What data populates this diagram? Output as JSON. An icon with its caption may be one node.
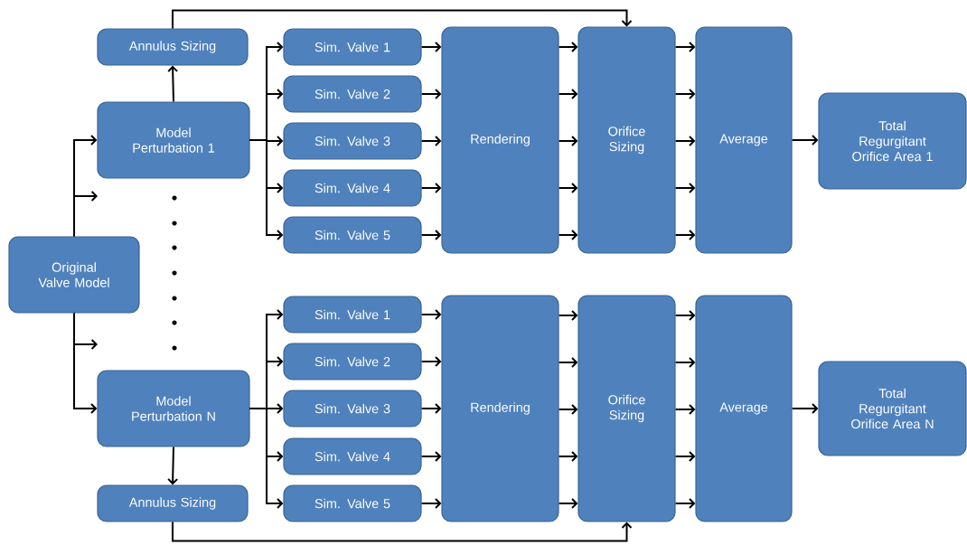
{
  "diagram": {
    "nodes": [
      {
        "text": [
          "Original Valve Model"
        ]
      },
      {
        "text": [
          "Annulus Sizing"
        ]
      },
      {
        "text": [
          "Model Perturbation 1"
        ]
      },
      {
        "text": [
          "Sim. Valve 1"
        ]
      },
      {
        "text": [
          "Sim. Valve 2"
        ]
      },
      {
        "text": [
          "Sim. Valve 3"
        ]
      },
      {
        "text": [
          "Sim. Valve 4"
        ]
      },
      {
        "text": [
          "Sim. Valve 5"
        ]
      },
      {
        "text": [
          "Rendering"
        ]
      },
      {
        "text": [
          "Orifice Sizing"
        ]
      },
      {
        "text": [
          "Average"
        ]
      },
      {
        "text": [
          "Total Regurgitant Orifice Area 1"
        ]
      },
      {
        "text": [
          "Model Perturbation N"
        ]
      },
      {
        "text": [
          "Annulus Sizing"
        ]
      },
      {
        "text": [
          "Sim. Valve 1"
        ]
      },
      {
        "text": [
          "Sim. Valve 2"
        ]
      },
      {
        "text": [
          "Sim. Valve 3"
        ]
      },
      {
        "text": [
          "Sim. Valve 4"
        ]
      },
      {
        "text": [
          "Sim. Valve 5"
        ]
      },
      {
        "text": [
          "Rendering"
        ]
      },
      {
        "text": [
          "Orifice Sizing"
        ]
      },
      {
        "text": [
          "Average"
        ]
      },
      {
        "text": [
          "Total Regurgitant Orifice Area N"
        ]
      }
    ],
    "edges": [
      {
        "from": 0,
        "to": 2,
        "arrow": "to"
      },
      {
        "from": 0,
        "to": null,
        "arrow": "to"
      },
      {
        "from": 0,
        "to": null,
        "arrow": "to"
      },
      {
        "from": 0,
        "to": 12,
        "arrow": "to"
      },
      {
        "from": 2,
        "to": 1,
        "arrow": "to"
      },
      {
        "from": 1,
        "to": 9,
        "arrow": "to"
      },
      {
        "from": 2,
        "to": 3,
        "arrow": "to"
      },
      {
        "from": 2,
        "to": 4,
        "arrow": "to"
      },
      {
        "from": 2,
        "to": 5,
        "arrow": "to"
      },
      {
        "from": 2,
        "to": 6,
        "arrow": "to"
      },
      {
        "from": 2,
        "to": 7,
        "arrow": "to"
      },
      {
        "from": 3,
        "to": 8,
        "arrow": "to"
      },
      {
        "from": 4,
        "to": 8,
        "arrow": "to"
      },
      {
        "from": 5,
        "to": 8,
        "arrow": "to"
      },
      {
        "from": 6,
        "to": 8,
        "arrow": "to"
      },
      {
        "from": 7,
        "to": 8,
        "arrow": "to"
      },
      {
        "from": 8,
        "to": 9,
        "arrow": "to"
      },
      {
        "from": 8,
        "to": 9,
        "arrow": "to"
      },
      {
        "from": 8,
        "to": 9,
        "arrow": "to"
      },
      {
        "from": 8,
        "to": 9,
        "arrow": "to"
      },
      {
        "from": 8,
        "to": 9,
        "arrow": "to"
      },
      {
        "from": 9,
        "to": 10,
        "arrow": "to"
      },
      {
        "from": 9,
        "to": 10,
        "arrow": "to"
      },
      {
        "from": 9,
        "to": 10,
        "arrow": "to"
      },
      {
        "from": 9,
        "to": 10,
        "arrow": "to"
      },
      {
        "from": 9,
        "to": 10,
        "arrow": "to"
      },
      {
        "from": 10,
        "to": 11,
        "arrow": "to"
      },
      {
        "from": 12,
        "to": 13,
        "arrow": "to"
      },
      {
        "from": 13,
        "to": 20,
        "arrow": "to"
      },
      {
        "from": 12,
        "to": 14,
        "arrow": "to"
      },
      {
        "from": 12,
        "to": 15,
        "arrow": "to"
      },
      {
        "from": 12,
        "to": 16,
        "arrow": "to"
      },
      {
        "from": 12,
        "to": 17,
        "arrow": "to"
      },
      {
        "from": 12,
        "to": 18,
        "arrow": "to"
      },
      {
        "from": 14,
        "to": 19,
        "arrow": "to"
      },
      {
        "from": 15,
        "to": 19,
        "arrow": "to"
      },
      {
        "from": 16,
        "to": 19,
        "arrow": "to"
      },
      {
        "from": 17,
        "to": 19,
        "arrow": "to"
      },
      {
        "from": 18,
        "to": 19,
        "arrow": "to"
      },
      {
        "from": 19,
        "to": 20,
        "arrow": "to"
      },
      {
        "from": 19,
        "to": 20,
        "arrow": "to"
      },
      {
        "from": 19,
        "to": 20,
        "arrow": "to"
      },
      {
        "from": 19,
        "to": 20,
        "arrow": "to"
      },
      {
        "from": 19,
        "to": 20,
        "arrow": "to"
      },
      {
        "from": 20,
        "to": 21,
        "arrow": "to"
      },
      {
        "from": 20,
        "to": 21,
        "arrow": "to"
      },
      {
        "from": 20,
        "to": 21,
        "arrow": "to"
      },
      {
        "from": 20,
        "to": 21,
        "arrow": "to"
      },
      {
        "from": 20,
        "to": 21,
        "arrow": "to"
      },
      {
        "from": 21,
        "to": 22,
        "arrow": "to"
      }
    ]
  }
}
